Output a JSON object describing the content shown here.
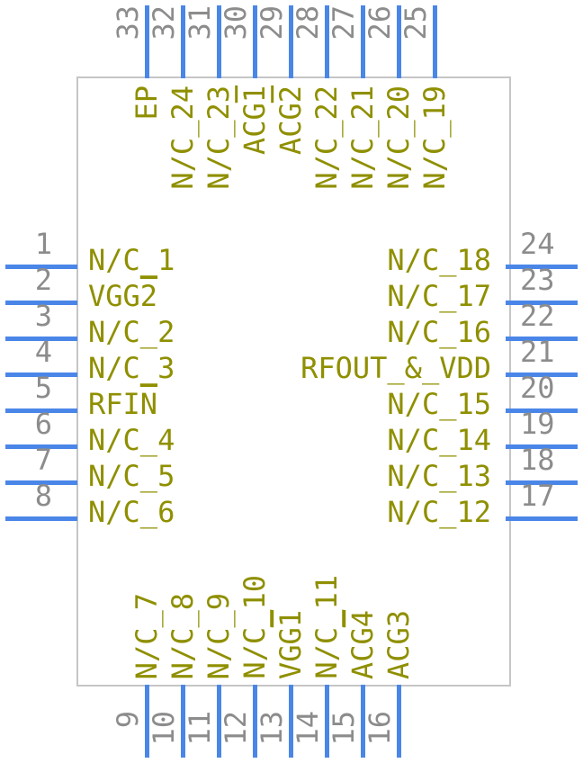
{
  "diagram": {
    "type": "component-pinout",
    "colors": {
      "pin_line": "#4a86e8",
      "pin_number": "#8c8c8c",
      "pin_name": "#8f8f00",
      "body_border": "#c6c6c6",
      "background": "#ffffff"
    },
    "pins": {
      "top": [
        {
          "number": "33",
          "name": "EP"
        },
        {
          "number": "32",
          "name": "N/C_24"
        },
        {
          "number": "31",
          "name": "N/C_23"
        },
        {
          "number": "30",
          "name": "ACG1",
          "over": 1
        },
        {
          "number": "29",
          "name": "ACG2",
          "over": 1
        },
        {
          "number": "28",
          "name": "N/C_22"
        },
        {
          "number": "27",
          "name": "N/C_21"
        },
        {
          "number": "26",
          "name": "N/C_20"
        },
        {
          "number": "25",
          "name": "N/C_19"
        }
      ],
      "left": [
        {
          "number": "1",
          "name": "N/C_1"
        },
        {
          "number": "2",
          "name": "VGG2",
          "over": 1
        },
        {
          "number": "3",
          "name": "N/C_2"
        },
        {
          "number": "4",
          "name": "N/C_3"
        },
        {
          "number": "5",
          "name": "RFIN",
          "over": 1
        },
        {
          "number": "6",
          "name": "N/C_4"
        },
        {
          "number": "7",
          "name": "N/C_5"
        },
        {
          "number": "8",
          "name": "N/C_6"
        }
      ],
      "right": [
        {
          "number": "24",
          "name": "N/C_18"
        },
        {
          "number": "23",
          "name": "N/C_17"
        },
        {
          "number": "22",
          "name": "N/C_16"
        },
        {
          "number": "21",
          "name": "RFOUT_&_VDD"
        },
        {
          "number": "20",
          "name": "N/C_15"
        },
        {
          "number": "19",
          "name": "N/C_14"
        },
        {
          "number": "18",
          "name": "N/C_13"
        },
        {
          "number": "17",
          "name": "N/C_12"
        }
      ],
      "bottom": [
        {
          "number": "9",
          "name": "N/C_7"
        },
        {
          "number": "10",
          "name": "N/C_8"
        },
        {
          "number": "11",
          "name": "N/C_9"
        },
        {
          "number": "12",
          "name": "N/C_10"
        },
        {
          "number": "13",
          "name": "VGG1",
          "over": 1
        },
        {
          "number": "14",
          "name": "N/C_11"
        },
        {
          "number": "15",
          "name": "ACG4",
          "over": 1
        },
        {
          "number": "16",
          "name": "ACG3"
        }
      ]
    }
  }
}
